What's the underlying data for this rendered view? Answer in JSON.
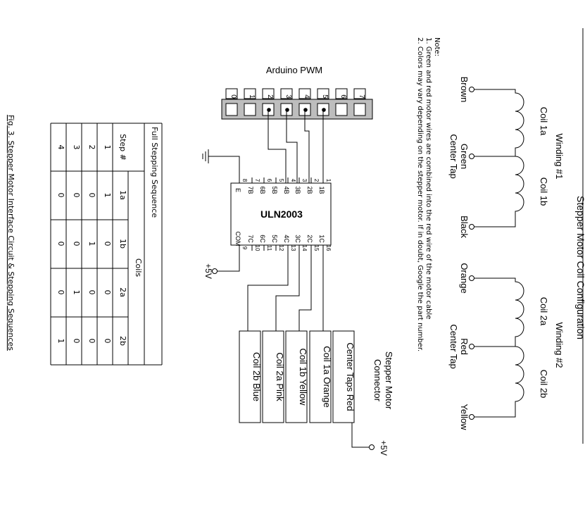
{
  "coil_config": {
    "title": "Stepper Motor Coil Configuration",
    "winding1": {
      "title": "Winding #1",
      "coil_a": "Coil 1a",
      "coil_b": "Coil 1b",
      "wire_start": "Brown",
      "center_top": "Green",
      "center_bottom": "Center Tap",
      "wire_end": "Black"
    },
    "winding2": {
      "title": "Winding #2",
      "coil_a": "Coil 2a",
      "coil_b": "Coil 2b",
      "wire_start": "Orange",
      "center_top": "Red",
      "center_bottom": "Center Tap",
      "wire_end": "Yellow"
    }
  },
  "notes": {
    "heading": "Note:",
    "line1": "1. Green and red motor wires are combined into the red wire of the motor cable",
    "line2": "2. Colors may vary depending on the stepper motor. If in doubt, Google the part number."
  },
  "arduino": {
    "title": "Arduino PWM",
    "pins": [
      "0",
      "1",
      "2",
      "3",
      "4",
      "5",
      "6",
      "7"
    ]
  },
  "uln": {
    "name": "ULN2003",
    "inputs": [
      {
        "label": "1B",
        "num": "1"
      },
      {
        "label": "2B",
        "num": "2"
      },
      {
        "label": "3B",
        "num": "3"
      },
      {
        "label": "4B",
        "num": "4"
      },
      {
        "label": "5B",
        "num": "5"
      },
      {
        "label": "6B",
        "num": "6"
      },
      {
        "label": "7B",
        "num": "7"
      },
      {
        "label": "E",
        "num": "8"
      }
    ],
    "outputs": [
      {
        "label": "1C",
        "num": "16"
      },
      {
        "label": "2C",
        "num": "15"
      },
      {
        "label": "3C",
        "num": "14"
      },
      {
        "label": "4C",
        "num": "13"
      },
      {
        "label": "5C",
        "num": "12"
      },
      {
        "label": "6C",
        "num": "11"
      },
      {
        "label": "7C",
        "num": "10"
      },
      {
        "label": "COM",
        "num": "9"
      }
    ],
    "supply": "+5V"
  },
  "connector": {
    "title_line1": "Stepper Motor",
    "title_line2": "Connector",
    "supply": "+5V",
    "pins": [
      "Center Taps Red",
      "Coil 1a Orange",
      "Coil 1b Yellow",
      "Coil 2a Pink",
      "Coil 2b Blue"
    ]
  },
  "sequence": {
    "title": "Full Stepping Sequence",
    "coils_header": "Coils",
    "columns": [
      "Step #",
      "1a",
      "1b",
      "2a",
      "2b"
    ],
    "rows": [
      [
        "1",
        "1",
        "0",
        "0",
        "0"
      ],
      [
        "2",
        "0",
        "1",
        "0",
        "0"
      ],
      [
        "3",
        "0",
        "0",
        "1",
        "0"
      ],
      [
        "4",
        "0",
        "0",
        "0",
        "1"
      ]
    ]
  },
  "caption": "Fig. 3.  Stepper Motor Interface Circuit & Stepping Sequences"
}
